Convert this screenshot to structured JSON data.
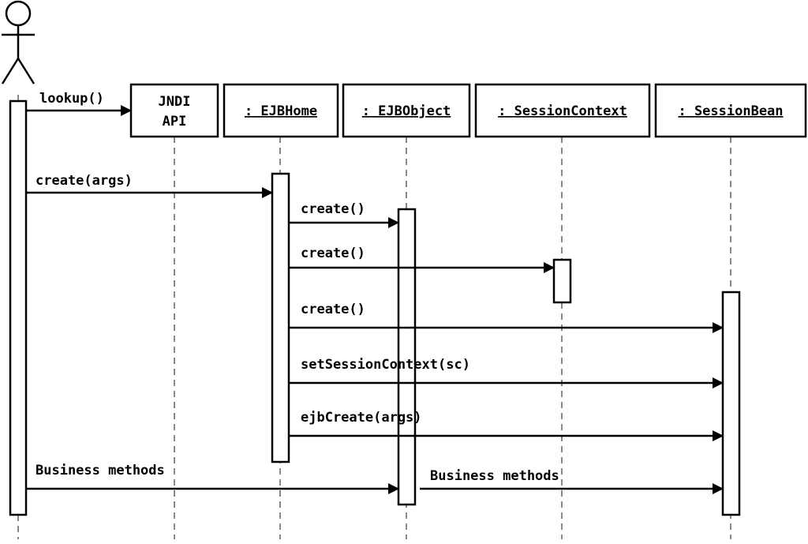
{
  "actor": {
    "name": ""
  },
  "objects": [
    {
      "id": "jndi",
      "label_lines": [
        "JNDI",
        "API"
      ],
      "underlined": false
    },
    {
      "id": "ejbhome",
      "label": ": EJBHome",
      "underlined": true
    },
    {
      "id": "ejbobject",
      "label": ": EJBObject",
      "underlined": true
    },
    {
      "id": "sessioncontext",
      "label": ": SessionContext",
      "underlined": true
    },
    {
      "id": "sessionbean",
      "label": ": SessionBean",
      "underlined": true
    }
  ],
  "messages": [
    {
      "id": "lookup",
      "label": "lookup()",
      "from": "actor",
      "to": "jndi"
    },
    {
      "id": "create-args",
      "label": "create(args)",
      "from": "actor",
      "to": "ejbhome"
    },
    {
      "id": "create-ejbobject",
      "label": "create()",
      "from": "ejbhome",
      "to": "ejbobject"
    },
    {
      "id": "create-sessioncontext",
      "label": "create()",
      "from": "ejbhome",
      "to": "sessioncontext"
    },
    {
      "id": "create-sessionbean",
      "label": "create()",
      "from": "ejbhome",
      "to": "sessionbean"
    },
    {
      "id": "set-session-context",
      "label": "setSessionContext(sc)",
      "from": "ejbhome",
      "to": "sessionbean"
    },
    {
      "id": "ejb-create",
      "label": "ejbCreate(args)",
      "from": "ejbhome",
      "to": "sessionbean"
    },
    {
      "id": "business-methods-1",
      "label": "Business methods",
      "from": "actor",
      "to": "ejbobject"
    },
    {
      "id": "business-methods-2",
      "label": "Business methods",
      "from": "ejbobject",
      "to": "sessionbean"
    }
  ]
}
